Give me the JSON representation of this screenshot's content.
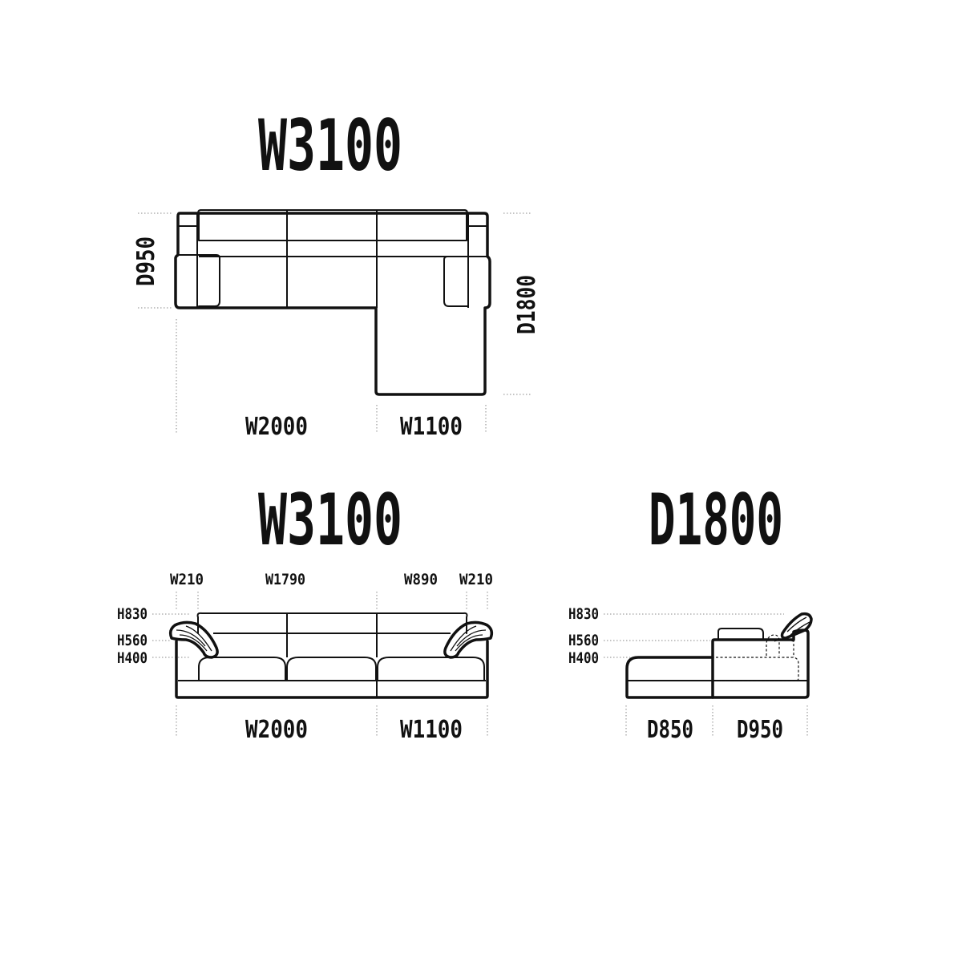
{
  "plan_view": {
    "title": "W3100",
    "depth_left": "D950",
    "depth_right": "D1800",
    "width_main": "W2000",
    "width_chaise": "W1100"
  },
  "front_view": {
    "title": "W3100",
    "arm_left": "W210",
    "seat_main": "W1790",
    "seat_chaise": "W890",
    "arm_right": "W210",
    "height_back": "H830",
    "height_arm": "H560",
    "height_seat": "H400",
    "width_main": "W2000",
    "width_chaise": "W1100"
  },
  "side_view": {
    "title": "D1800",
    "height_back": "H830",
    "height_arm": "H560",
    "height_seat": "H400",
    "depth_chaise": "D850",
    "depth_seat": "D950"
  },
  "colors": {
    "line": "#111111",
    "guide": "#888888",
    "background": "#ffffff"
  }
}
